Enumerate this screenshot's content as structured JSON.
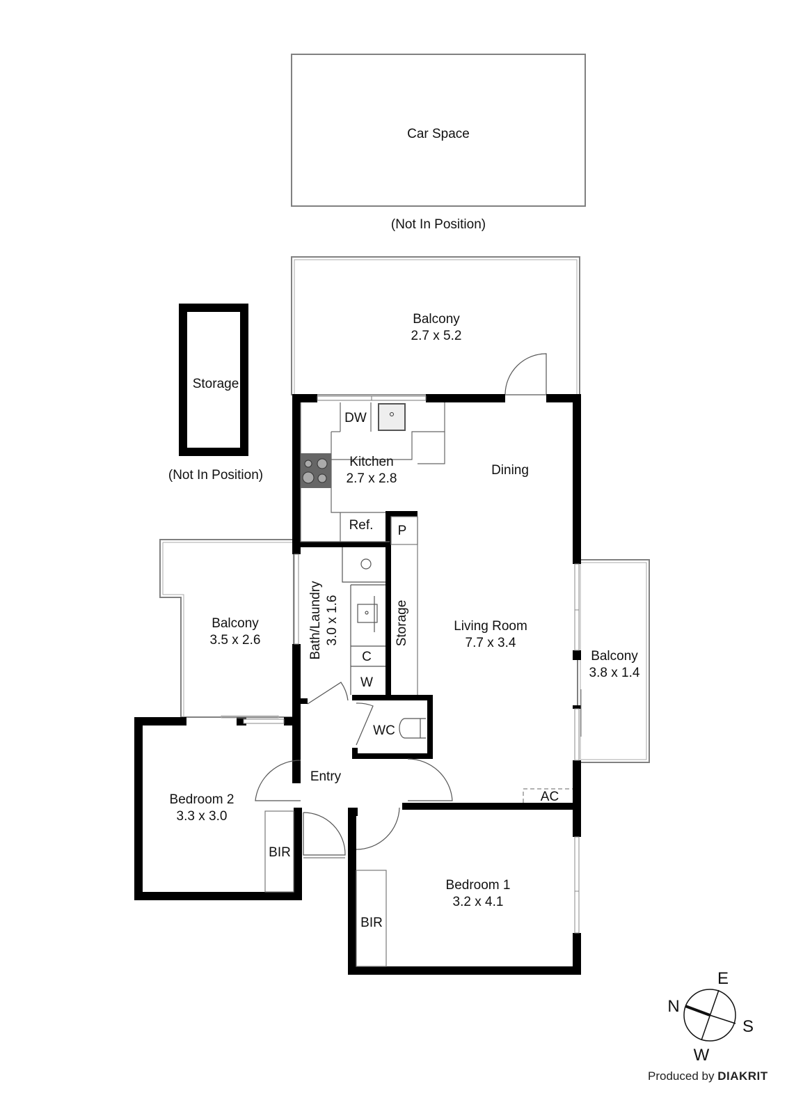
{
  "plan": {
    "car_space": {
      "label": "Car Space",
      "note": "(Not In Position)"
    },
    "storage_remote": {
      "label": "Storage",
      "note": "(Not In Position)"
    },
    "rooms": {
      "balcony_top": {
        "name": "Balcony",
        "dims": "2.7 x 5.2"
      },
      "kitchen": {
        "name": "Kitchen",
        "dims": "2.7 x 2.8"
      },
      "dining": {
        "name": "Dining"
      },
      "living": {
        "name": "Living Room",
        "dims": "7.7 x 3.4"
      },
      "balcony_left": {
        "name": "Balcony",
        "dims": "3.5 x 2.6"
      },
      "balcony_right": {
        "name": "Balcony",
        "dims": "3.8 x 1.4"
      },
      "bath": {
        "name": "Bath/Laundry",
        "dims": "3.0 x 1.6"
      },
      "storage_inner": {
        "name": "Storage"
      },
      "wc": {
        "name": "WC"
      },
      "entry": {
        "name": "Entry"
      },
      "bedroom2": {
        "name": "Bedroom 2",
        "dims": "3.3 x 3.0"
      },
      "bedroom1": {
        "name": "Bedroom 1",
        "dims": "3.2 x 4.1"
      }
    },
    "fixtures": {
      "dw": "DW",
      "ref": "Ref.",
      "pantry": "P",
      "c": "C",
      "w": "W",
      "bir2": "BIR",
      "bir1": "BIR",
      "ac": "AC"
    }
  },
  "compass": {
    "n": "N",
    "e": "E",
    "s": "S",
    "w": "W"
  },
  "credit": {
    "prefix": "Produced by",
    "brand": "DIAKRIT"
  },
  "colors": {
    "wall": "#000000",
    "outline": "#808080",
    "line": "#555555"
  }
}
